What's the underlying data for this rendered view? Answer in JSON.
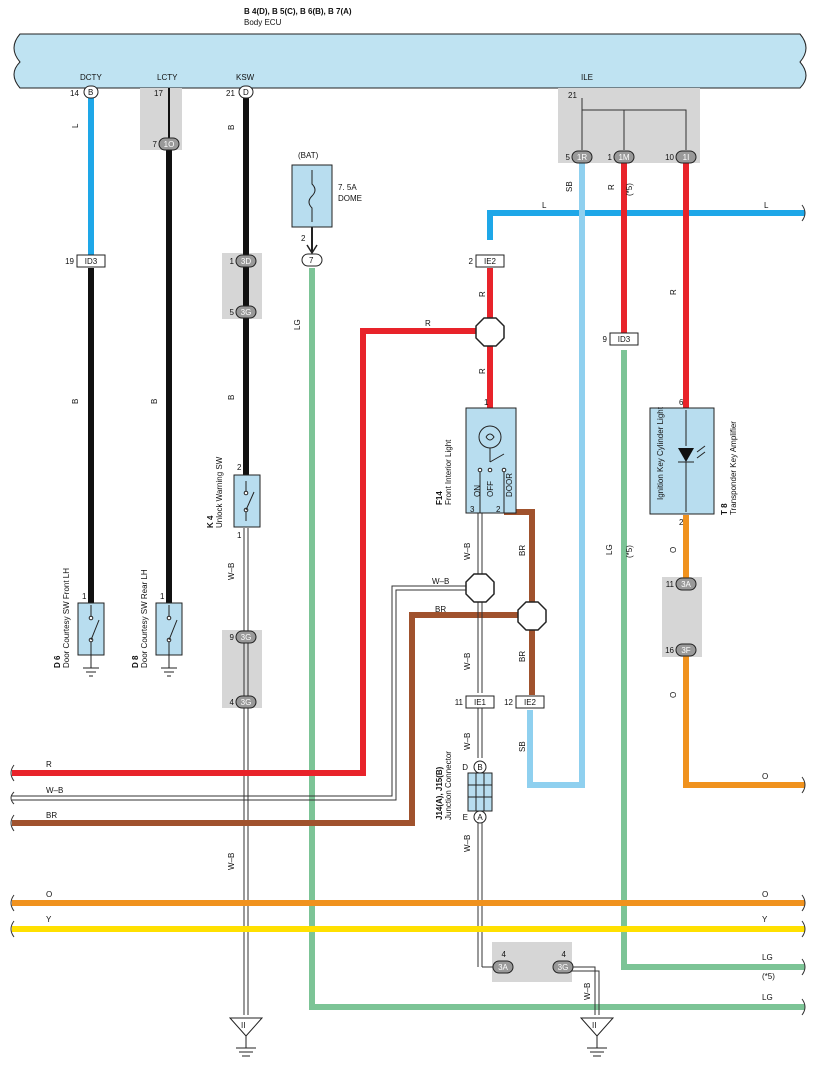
{
  "header": {
    "connectors": "B 4(D), B 5(C), B 6(B), B 7(A)",
    "ecu_name": "Body ECU"
  },
  "ecu_pins": {
    "dcty": "DCTY",
    "lcty": "LCTY",
    "ksw": "KSW",
    "ile": "ILE",
    "dcty_num": "14",
    "dcty_conn": "B",
    "lcty_num": "17",
    "ksw_num": "21",
    "ksw_conn": "D",
    "ile_num": "21"
  },
  "connectors": {
    "c_1O": {
      "num": "7",
      "label": "1O"
    },
    "c_1R": {
      "num": "5",
      "label": "1R"
    },
    "c_1M": {
      "num": "1",
      "label": "1M"
    },
    "c_1I": {
      "num": "10",
      "label": "1I"
    },
    "c_ID3a": {
      "num": "19",
      "label": "ID3"
    },
    "c_3D": {
      "num": "1",
      "label": "3D"
    },
    "c_3G": {
      "num": "5",
      "label": "3G"
    },
    "c_IE2a": {
      "num": "2",
      "label": "IE2"
    },
    "c_ID3b": {
      "num": "9",
      "label": "ID3"
    },
    "c_3Ga": {
      "num": "9",
      "label": "3G"
    },
    "c_3Gb": {
      "num": "4",
      "label": "3G"
    },
    "c_IE1": {
      "num": "11",
      "label": "IE1"
    },
    "c_IE2b": {
      "num": "12",
      "label": "IE2"
    },
    "c_3A": {
      "num": "11",
      "label": "3A"
    },
    "c_3F": {
      "num": "16",
      "label": "3F"
    },
    "c_3Ab": {
      "num": "4",
      "label": "3A"
    },
    "c_3Gc": {
      "num": "4",
      "label": "3G"
    },
    "c_jB": {
      "num": "D",
      "label": "B"
    },
    "c_jA": {
      "num": "E",
      "label": "A"
    },
    "c_fuse_out": {
      "num": "2",
      "label": "7"
    }
  },
  "wire_labels": {
    "L": "L",
    "B": "B",
    "SB": "SB",
    "R": "R",
    "R5": "(*5)",
    "LG": "LG",
    "LG5": "(*5)",
    "WB": "W–B",
    "BR": "BR",
    "O": "O",
    "Y": "Y"
  },
  "fuse": {
    "source": "(BAT)",
    "rating": "7. 5A",
    "name": "DOME"
  },
  "components": {
    "f14_id": "F14",
    "f14_name": "Front Interior Light",
    "f14_on": "ON",
    "f14_off": "OFF",
    "f14_door": "DOOR",
    "f14_pin1": "1",
    "f14_pin3": "3",
    "f14_pin2": "2",
    "k4_id": "K 4",
    "k4_name": "Unlock Warning SW",
    "k4_pin2": "2",
    "k4_pin1": "1",
    "d6_id": "D 6",
    "d6_name": "Door Courtesy SW Front LH",
    "d6_pin": "1",
    "d8_id": "D 8",
    "d8_name": "Door Courtesy SW Rear LH",
    "d8_pin": "1",
    "t8_id": "T 8",
    "t8_name": "Transponder Key Amplifier",
    "t8_inner": "Ignition Key Cylinder Light",
    "t8_pin6": "6",
    "t8_pin2": "2",
    "j14_id": "J14(A), J15(B)",
    "j14_name": "Junction Connector"
  },
  "ground": {
    "symbol": "II"
  },
  "colors": {
    "ecu_fill": "#bfe3f2",
    "blue": "#1ea7e8",
    "lightblue": "#8fd0ef",
    "red": "#e8232a",
    "black": "#111111",
    "green": "#7cc496",
    "brown": "#a0522d",
    "orange": "#f0921e",
    "yellow": "#ffe000",
    "grey": "#d6d6d6",
    "comp": "#b8ddef"
  }
}
